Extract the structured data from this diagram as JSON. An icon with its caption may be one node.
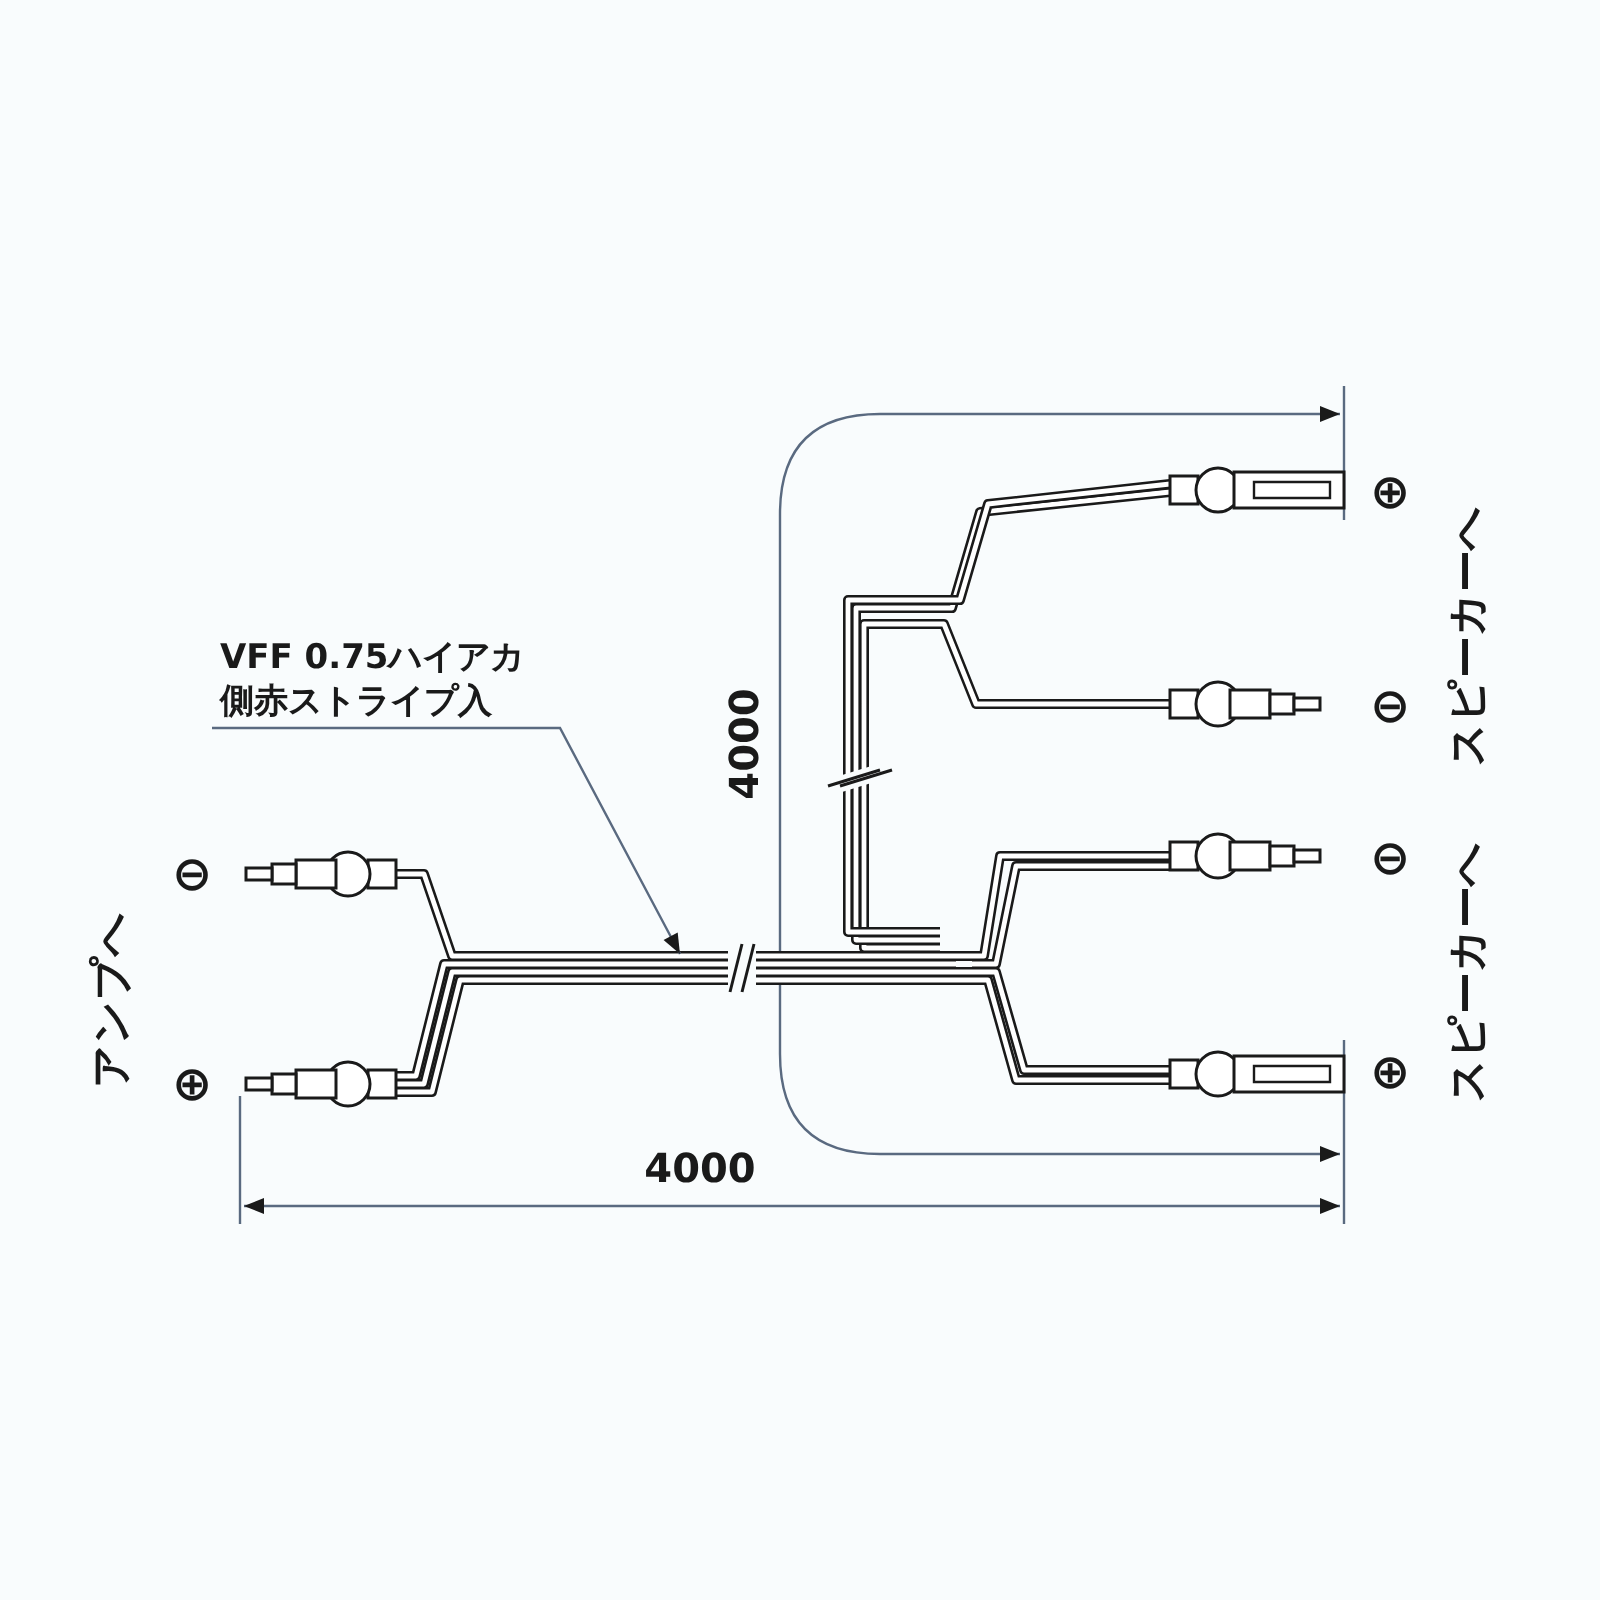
{
  "diagram": {
    "nodes": [
      {
        "text": [
          "VFF 0.75ハイアカ側赤ストライプ入"
        ]
      },
      {
        "text": [],
        "shape": "picture"
      }
    ],
    "edges": [
      {
        "from": 0,
        "to": 1,
        "arrow": "to"
      }
    ],
    "labels": [
      "⊕",
      "スピーカーへ",
      "4000",
      "⊖",
      "⊖",
      "⊖",
      "スピーカーへ",
      "アンプへ",
      "⊕",
      "⊕",
      "4000"
    ]
  }
}
